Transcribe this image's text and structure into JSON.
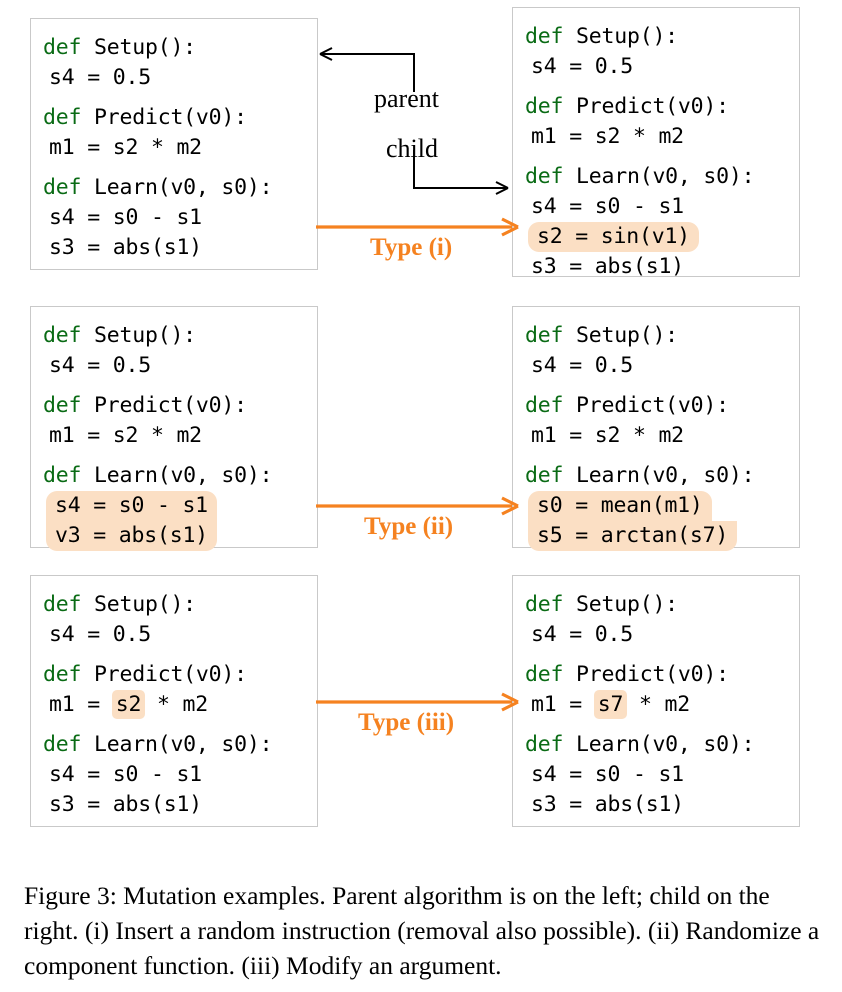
{
  "figure": {
    "caption": "Figure 3: Mutation examples. Parent algorithm is on the left; child on the right. (i) Insert a random instruction (removal also possible). (ii) Randomize a component function. (iii) Modify an argument."
  },
  "annotations": {
    "parent_label": "parent",
    "child_label": "child",
    "parent_arrow_icon": "arrow-left-icon",
    "child_arrow_icon": "arrow-right-icon"
  },
  "colors": {
    "keyword_green": "#0a6b15",
    "highlight_peach": "#fbdfc4",
    "accent_orange": "#f58220",
    "box_border": "#c9c9c9",
    "text_black": "#000000"
  },
  "rows": [
    {
      "id": "type-i",
      "type_label": "Type (i)",
      "parent": {
        "title": "parent-algorithm-type-i",
        "groups": [
          {
            "def": "def Setup():",
            "body": [
              {
                "text": "s4 = 0.5",
                "highlight": "none"
              }
            ]
          },
          {
            "def": "def Predict(v0):",
            "body": [
              {
                "text": "m1 = s2 * m2",
                "highlight": "none"
              }
            ]
          },
          {
            "def": "def Learn(v0, s0):",
            "body": [
              {
                "text": "s4 = s0 - s1",
                "highlight": "none"
              },
              {
                "text": "s3 = abs(s1)",
                "highlight": "none"
              }
            ]
          }
        ]
      },
      "child": {
        "title": "child-algorithm-type-i",
        "groups": [
          {
            "def": "def Setup():",
            "body": [
              {
                "text": "s4 = 0.5",
                "highlight": "none"
              }
            ]
          },
          {
            "def": "def Predict(v0):",
            "body": [
              {
                "text": "m1 = s2 * m2",
                "highlight": "none"
              }
            ]
          },
          {
            "def": "def Learn(v0, s0):",
            "body": [
              {
                "text": "s4 = s0 - s1",
                "highlight": "none"
              },
              {
                "text": "s2 = sin(v1)",
                "highlight": "line"
              },
              {
                "text": "s3 = abs(s1)",
                "highlight": "none"
              }
            ]
          }
        ]
      }
    },
    {
      "id": "type-ii",
      "type_label": "Type (ii)",
      "parent": {
        "title": "parent-algorithm-type-ii",
        "groups": [
          {
            "def": "def Setup():",
            "body": [
              {
                "text": "s4 = 0.5",
                "highlight": "none"
              }
            ]
          },
          {
            "def": "def Predict(v0):",
            "body": [
              {
                "text": "m1 = s2 * m2",
                "highlight": "none"
              }
            ]
          },
          {
            "def": "def Learn(v0, s0):",
            "body": [
              {
                "text": "s4 = s0 - s1",
                "highlight": "block-top"
              },
              {
                "text": "v3 = abs(s1)",
                "highlight": "block-bottom"
              }
            ]
          }
        ]
      },
      "child": {
        "title": "child-algorithm-type-ii",
        "groups": [
          {
            "def": "def Setup():",
            "body": [
              {
                "text": "s4 = 0.5",
                "highlight": "none"
              }
            ]
          },
          {
            "def": "def Predict(v0):",
            "body": [
              {
                "text": "m1 = s2 * m2",
                "highlight": "none"
              }
            ]
          },
          {
            "def": "def Learn(v0, s0):",
            "body": [
              {
                "text": "s0 = mean(m1)",
                "highlight": "block-top"
              },
              {
                "text": "s5 = arctan(s7)",
                "highlight": "block-bottom"
              }
            ]
          }
        ]
      }
    },
    {
      "id": "type-iii",
      "type_label": "Type (iii)",
      "parent": {
        "title": "parent-algorithm-type-iii",
        "groups": [
          {
            "def": "def Setup():",
            "body": [
              {
                "text": "s4 = 0.5",
                "highlight": "none"
              }
            ]
          },
          {
            "def": "def Predict(v0):",
            "body": [
              {
                "pre": "m1 = ",
                "token": "s2",
                "post": " * m2",
                "highlight": "token"
              }
            ]
          },
          {
            "def": "def Learn(v0, s0):",
            "body": [
              {
                "text": "s4 = s0 - s1",
                "highlight": "none"
              },
              {
                "text": "s3 = abs(s1)",
                "highlight": "none"
              }
            ]
          }
        ]
      },
      "child": {
        "title": "child-algorithm-type-iii",
        "groups": [
          {
            "def": "def Setup():",
            "body": [
              {
                "text": "s4 = 0.5",
                "highlight": "none"
              }
            ]
          },
          {
            "def": "def Predict(v0):",
            "body": [
              {
                "pre": "m1 = ",
                "token": "s7",
                "post": " * m2",
                "highlight": "token"
              }
            ]
          },
          {
            "def": "def Learn(v0, s0):",
            "body": [
              {
                "text": "s4 = s0 - s1",
                "highlight": "none"
              },
              {
                "text": "s3 = abs(s1)",
                "highlight": "none"
              }
            ]
          }
        ]
      }
    }
  ]
}
